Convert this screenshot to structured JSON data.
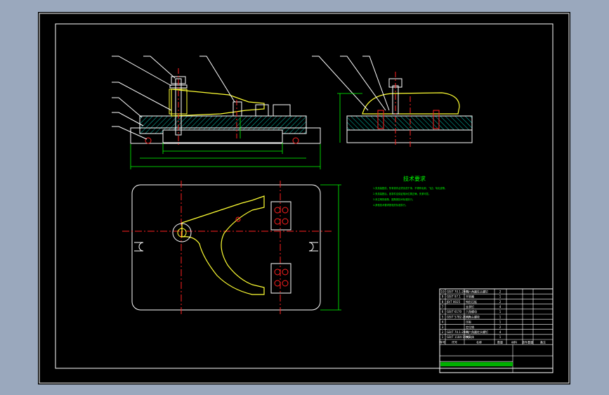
{
  "notes": {
    "title": "技术要求",
    "lines": [
      "1.夹具装配前，所有零件必须清洗干净，不得有毛刺、飞边、氧化皮等。",
      "2.夹具装配后，各零件应保证相对位置正确，夹紧可靠。",
      "3.未注明的倒角、圆角按技术标准执行。",
      "4.其他技术要求按相关标准执行。"
    ]
  },
  "title_block": {
    "header": {
      "seq": "序号",
      "code": "代号",
      "name": "名称",
      "qty": "数量",
      "material": "材料",
      "weight": "单件重量",
      "remark": "备注"
    },
    "rows": [
      {
        "seq": "10",
        "code": "GB/T 70.1-2000",
        "name": "内六角圆柱头螺钉",
        "qty": "2"
      },
      {
        "seq": "9",
        "code": "GB/T 97.1",
        "name": "平垫圈",
        "qty": "1"
      },
      {
        "seq": "8",
        "code": "JB/T 8025",
        "name": "钩形压板",
        "qty": "2"
      },
      {
        "seq": "7",
        "code": "",
        "name": "支承钉",
        "qty": "4"
      },
      {
        "seq": "6",
        "code": "GB/T 6170",
        "name": "六角螺母",
        "qty": "1"
      },
      {
        "seq": "5",
        "code": "GB/T 5782-2000",
        "name": "六角头螺栓",
        "qty": "1"
      },
      {
        "seq": "4",
        "code": "",
        "name": "压板",
        "qty": "1"
      },
      {
        "seq": "3",
        "code": "",
        "name": "定位销",
        "qty": "2"
      },
      {
        "seq": "2",
        "code": "GB/T 70.1-2000",
        "name": "内六角圆柱头螺钉",
        "qty": "4"
      },
      {
        "seq": "1",
        "code": "GB/T 1184-1996",
        "name": "夹具体",
        "qty": "1"
      }
    ]
  },
  "colors": {
    "background": "#000000",
    "outline": "#ffffff",
    "centerline": "#ff2020",
    "part": "#ffff33",
    "hatch": "#00c8b4",
    "dimension": "#00ff00",
    "leader": "#ffffff"
  }
}
